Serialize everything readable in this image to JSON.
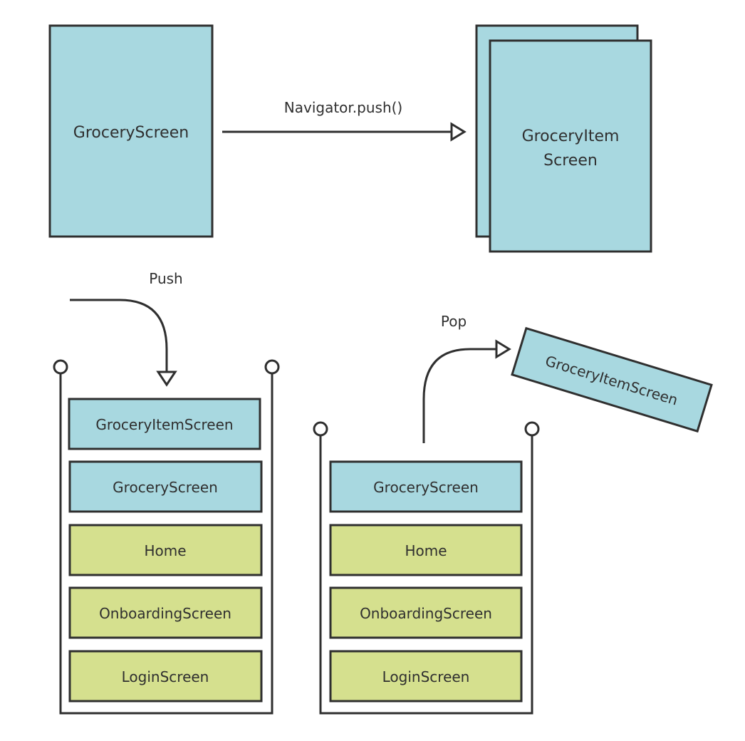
{
  "colors": {
    "screen_blue": "#a8d8e0",
    "screen_green": "#d5e08e",
    "stroke": "#2f2f2f"
  },
  "top": {
    "source_screen": "GroceryScreen",
    "arrow_label": "Navigator.push()",
    "target_screen_line1": "GroceryItem",
    "target_screen_line2": "Screen"
  },
  "push_stack": {
    "label": "Push",
    "items": [
      "GroceryItemScreen",
      "GroceryScreen",
      "Home",
      "OnboardingScreen",
      "LoginScreen"
    ]
  },
  "pop_stack": {
    "label": "Pop",
    "popped_item": "GroceryItemScreen",
    "items": [
      "GroceryScreen",
      "Home",
      "OnboardingScreen",
      "LoginScreen"
    ]
  }
}
